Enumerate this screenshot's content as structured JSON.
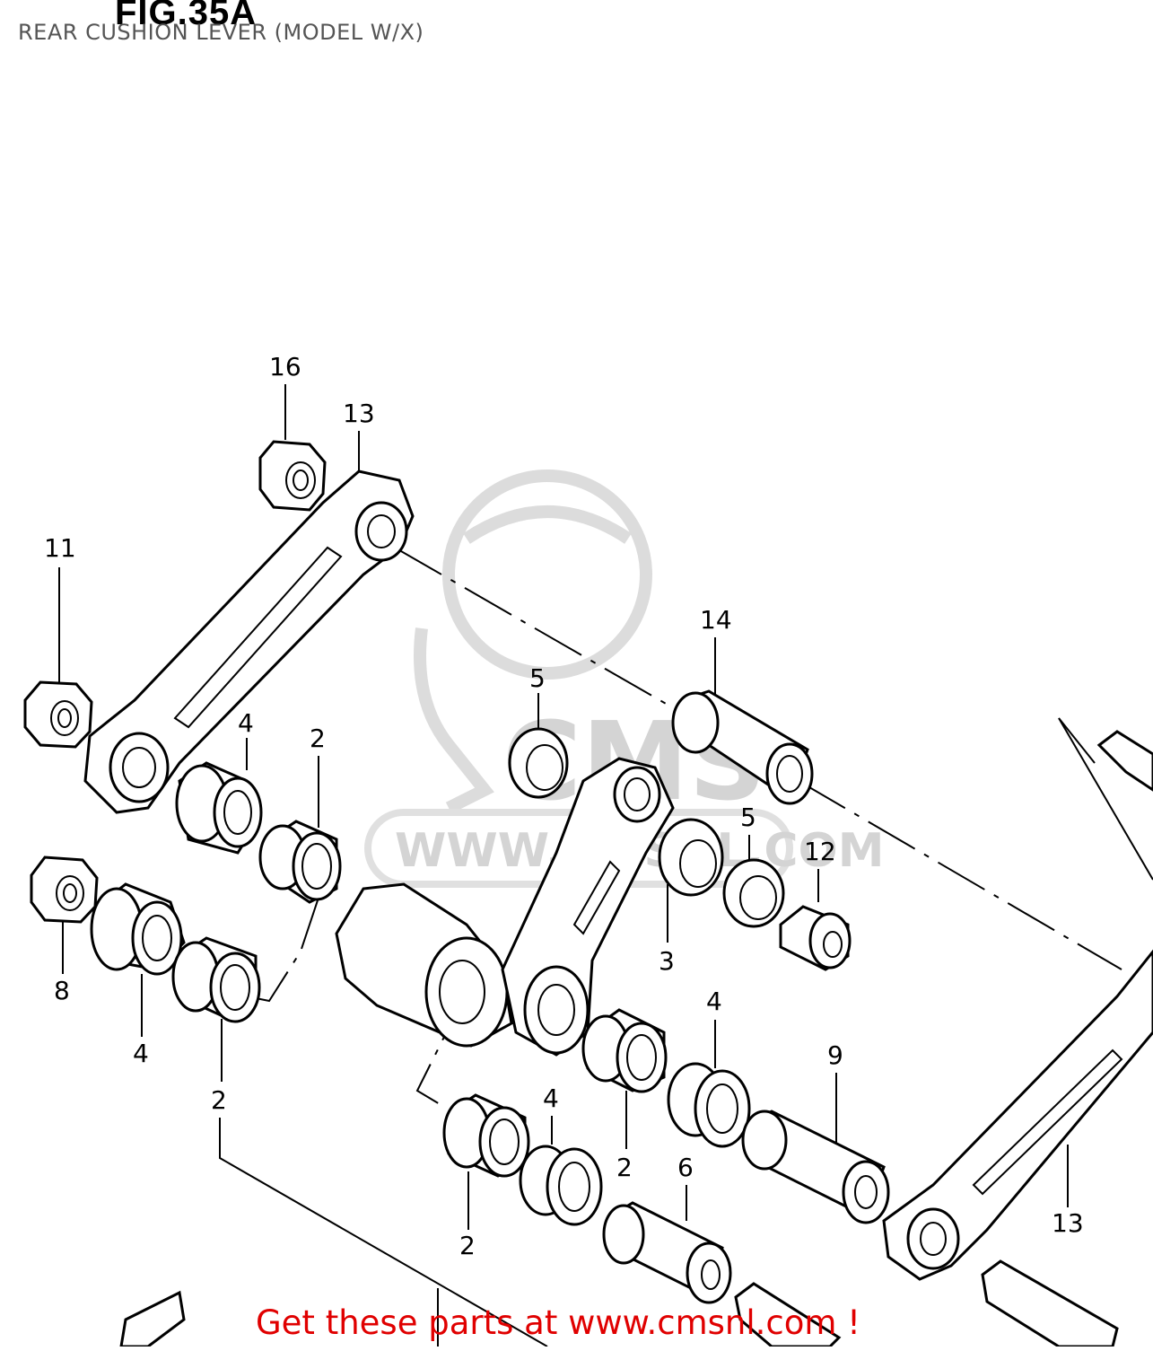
{
  "header": {
    "fig_title": "FIG.35A",
    "subtitle": "REAR CUSHION LEVER (MODEL W/X)"
  },
  "watermark": {
    "logo_text": "CMS",
    "url_text": "WWW.CMSNL.COM"
  },
  "footer": {
    "text": "Get these parts at www.cmsnl.com !",
    "color": "#e00000"
  },
  "callouts": [
    {
      "id": "c16",
      "label": "16"
    },
    {
      "id": "c13a",
      "label": "13"
    },
    {
      "id": "c11",
      "label": "11"
    },
    {
      "id": "c14",
      "label": "14"
    },
    {
      "id": "c5a",
      "label": "5"
    },
    {
      "id": "c4a",
      "label": "4"
    },
    {
      "id": "c2a",
      "label": "2"
    },
    {
      "id": "c5b",
      "label": "5"
    },
    {
      "id": "c12",
      "label": "12"
    },
    {
      "id": "c8",
      "label": "8"
    },
    {
      "id": "c3",
      "label": "3"
    },
    {
      "id": "c4b",
      "label": "4"
    },
    {
      "id": "c4c",
      "label": "4"
    },
    {
      "id": "c9",
      "label": "9"
    },
    {
      "id": "c2b",
      "label": "2"
    },
    {
      "id": "c4d",
      "label": "4"
    },
    {
      "id": "c2c",
      "label": "2"
    },
    {
      "id": "c6",
      "label": "6"
    },
    {
      "id": "c13b",
      "label": "13"
    },
    {
      "id": "c2d",
      "label": "2"
    }
  ]
}
